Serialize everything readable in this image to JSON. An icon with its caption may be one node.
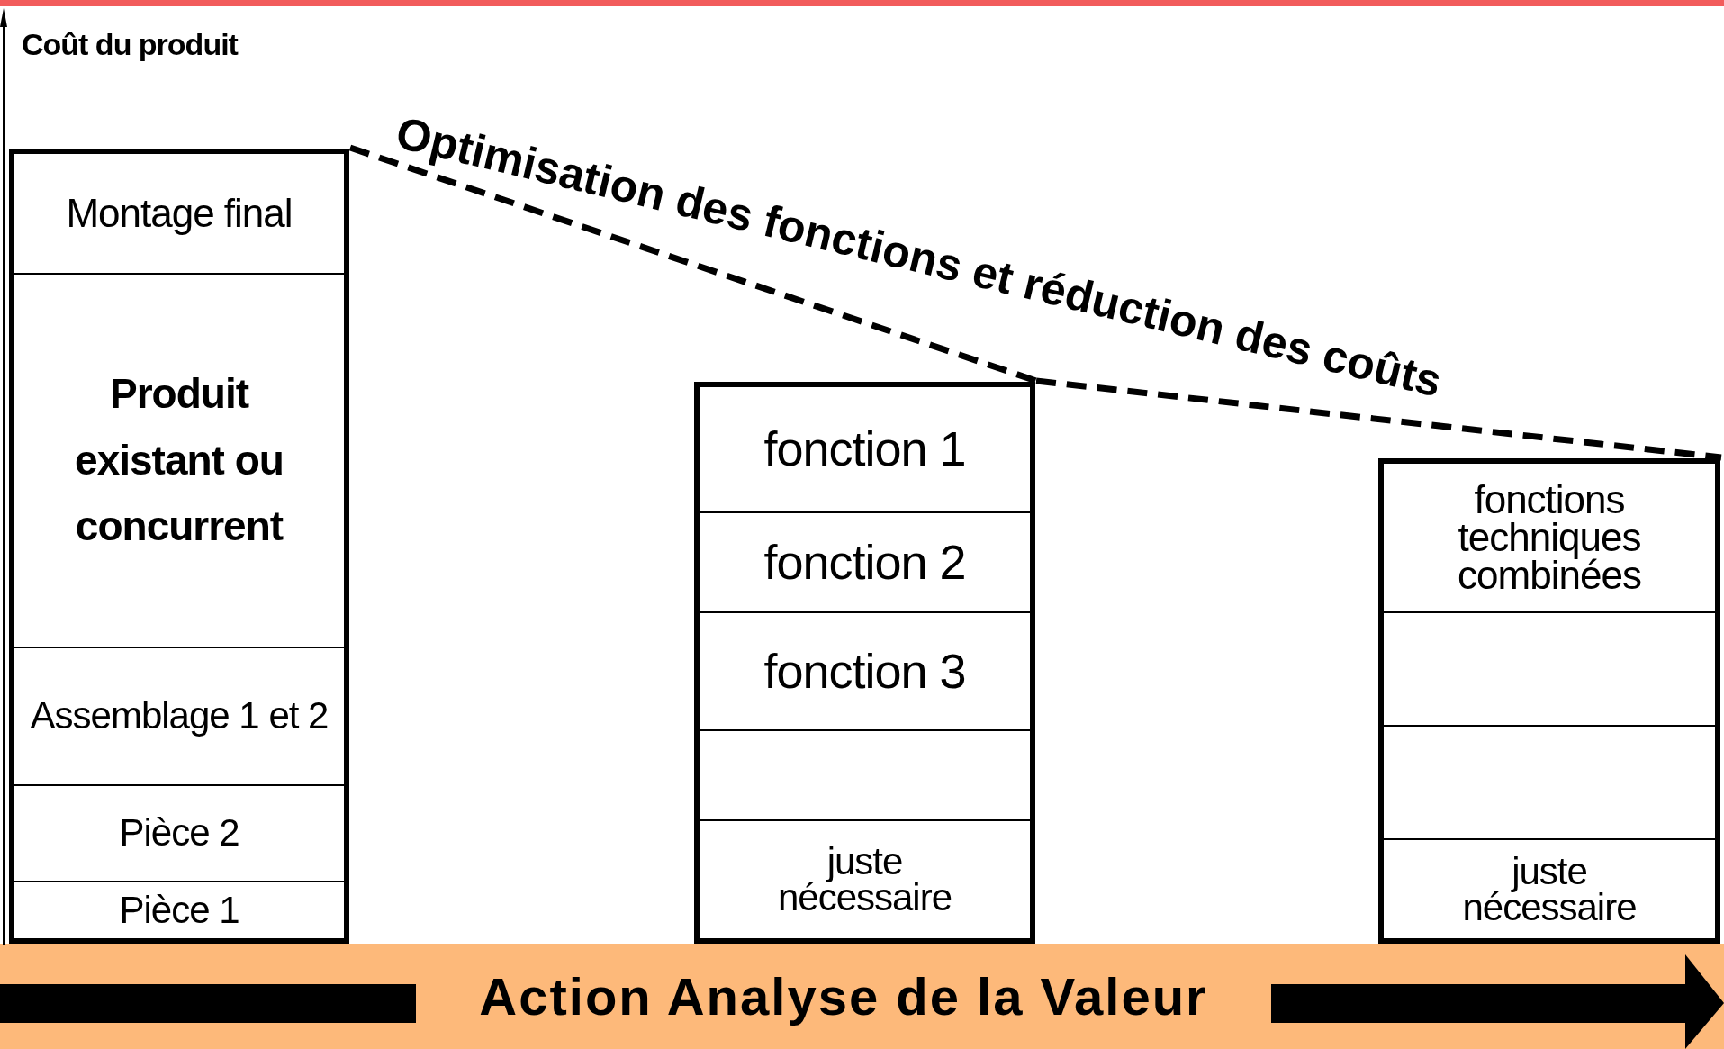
{
  "diagram": {
    "nodes": [
      {
        "text": [],
        "shape": "box"
      },
      {
        "text": [
          "Montage final"
        ],
        "in": 0
      },
      {
        "text": [
          "Produit existant ou concurrent"
        ],
        "in": 0
      },
      {
        "text": [
          "Assemblage 1 et 2"
        ],
        "in": 0
      },
      {
        "text": [
          "Pièce 2"
        ],
        "in": 0
      },
      {
        "text": [
          "Pièce 1"
        ],
        "in": 0
      },
      {
        "text": [],
        "shape": "box"
      },
      {
        "text": [
          "fonction 1"
        ],
        "in": 6
      },
      {
        "text": [
          "fonction 2"
        ],
        "in": 6
      },
      {
        "text": [
          "fonction 3"
        ],
        "in": 6
      },
      {
        "text": [],
        "shape": "box",
        "in": 6
      },
      {
        "text": [
          "juste nécessaire"
        ],
        "in": 6
      },
      {
        "text": [],
        "shape": "box"
      },
      {
        "text": [
          "fonctions techniques combinées"
        ],
        "in": 12
      },
      {
        "text": [],
        "shape": "box",
        "in": 12
      },
      {
        "text": [],
        "shape": "box",
        "in": 12
      },
      {
        "text": [
          "juste nécessaire"
        ],
        "in": 12
      },
      {
        "text": [
          "Action Analyse de la Valeur"
        ]
      }
    ],
    "edges": [
      {
        "from": 0,
        "to": 6,
        "arrow": "none",
        "style": "dashed"
      },
      {
        "from": 6,
        "to": 12,
        "arrow": "none",
        "style": "dashed"
      }
    ],
    "labels": [
      "Coût du produit",
      "Optimisation des fonctions et réduction des coûts"
    ]
  }
}
